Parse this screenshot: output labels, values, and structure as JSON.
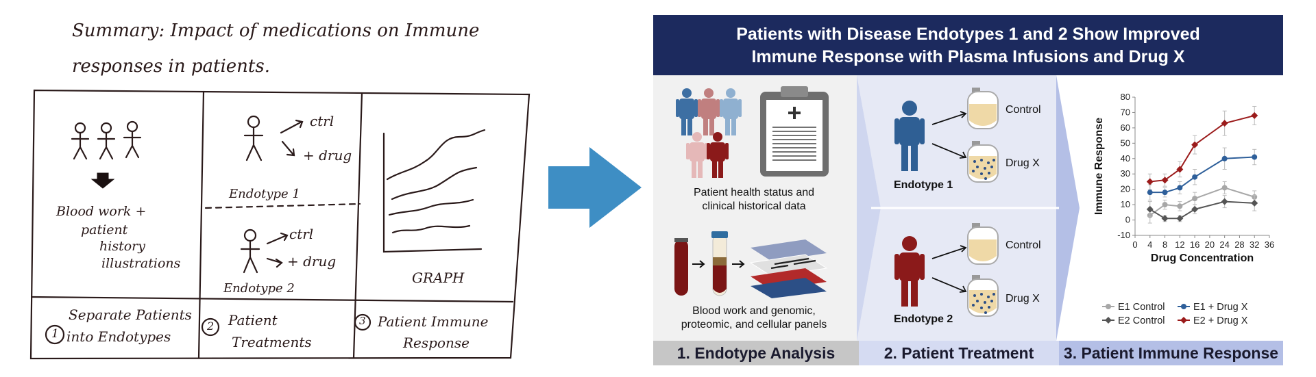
{
  "sketch": {
    "title_line1": "Summary: Impact of medications on Immune",
    "title_line2": "responses in patients.",
    "panel1_text": [
      "Blood work +",
      "patient",
      "history",
      "illustrations"
    ],
    "endotype1": "Endotype 1",
    "endotype2": "Endotype 2",
    "ctrl": "ctrl",
    "drug": "+ drug",
    "graph": "GRAPH",
    "step1_num": "1",
    "step1_line1": "Separate Patients",
    "step1_line2": "into Endotypes",
    "step2_num": "2",
    "step2_line1": "Patient",
    "step2_line2": "Treatments",
    "step3_num": "3",
    "step3_line1": "Patient Immune",
    "step3_line2": "Response"
  },
  "figure": {
    "title_line1": "Patients with Disease Endotypes 1 and 2 Show Improved",
    "title_line2": "Immune Response with Plasma Infusions and Drug X",
    "panel1": {
      "caption_top": [
        "Patient health status and",
        "clinical historical data"
      ],
      "caption_bottom": [
        "Blood work and genomic,",
        "proteomic, and cellular panels"
      ],
      "label": "1. Endotype Analysis"
    },
    "panel2": {
      "endotype1": "Endotype 1",
      "endotype2": "Endotype 2",
      "control": "Control",
      "drugx": "Drug X",
      "label": "2. Patient Treatment"
    },
    "panel3": {
      "label": "3. Patient Immune Response"
    }
  },
  "colors": {
    "banner": "#1c2a5e",
    "arrow": "#3e8ec4",
    "e1_control": "#a7a7a7",
    "e2_control": "#555555",
    "e1_drug": "#2e5f9a",
    "e2_drug": "#9b1b1b"
  },
  "chart_data": {
    "type": "line",
    "xlabel": "Drug Concentration",
    "ylabel": "Immune Response",
    "xlim": [
      0,
      36
    ],
    "ylim": [
      -10,
      80
    ],
    "xticks": [
      0,
      4,
      8,
      12,
      16,
      20,
      24,
      28,
      32,
      36
    ],
    "yticks": [
      -10,
      0,
      10,
      20,
      30,
      40,
      50,
      60,
      70,
      80
    ],
    "x": [
      4,
      8,
      12,
      16,
      24,
      32
    ],
    "legend_position": "bottom",
    "series": [
      {
        "name": "E1 Control",
        "color": "#a7a7a7",
        "values": [
          3,
          10,
          9,
          14,
          21,
          15
        ],
        "errors": [
          5,
          3,
          3,
          4,
          4,
          4
        ]
      },
      {
        "name": "E2 Control",
        "color": "#555555",
        "values": [
          7,
          1,
          1,
          7,
          12,
          11
        ],
        "errors": [
          5,
          2,
          2,
          3,
          4,
          5
        ]
      },
      {
        "name": "E1 + Drug X",
        "color": "#2e5f9a",
        "values": [
          18,
          18,
          21,
          28,
          40,
          41
        ],
        "errors": [
          5,
          3,
          4,
          5,
          7,
          5
        ]
      },
      {
        "name": "E2 + Drug X",
        "color": "#9b1b1b",
        "values": [
          25,
          26,
          33,
          49,
          63,
          68
        ],
        "errors": [
          5,
          4,
          5,
          6,
          8,
          6
        ]
      }
    ]
  }
}
